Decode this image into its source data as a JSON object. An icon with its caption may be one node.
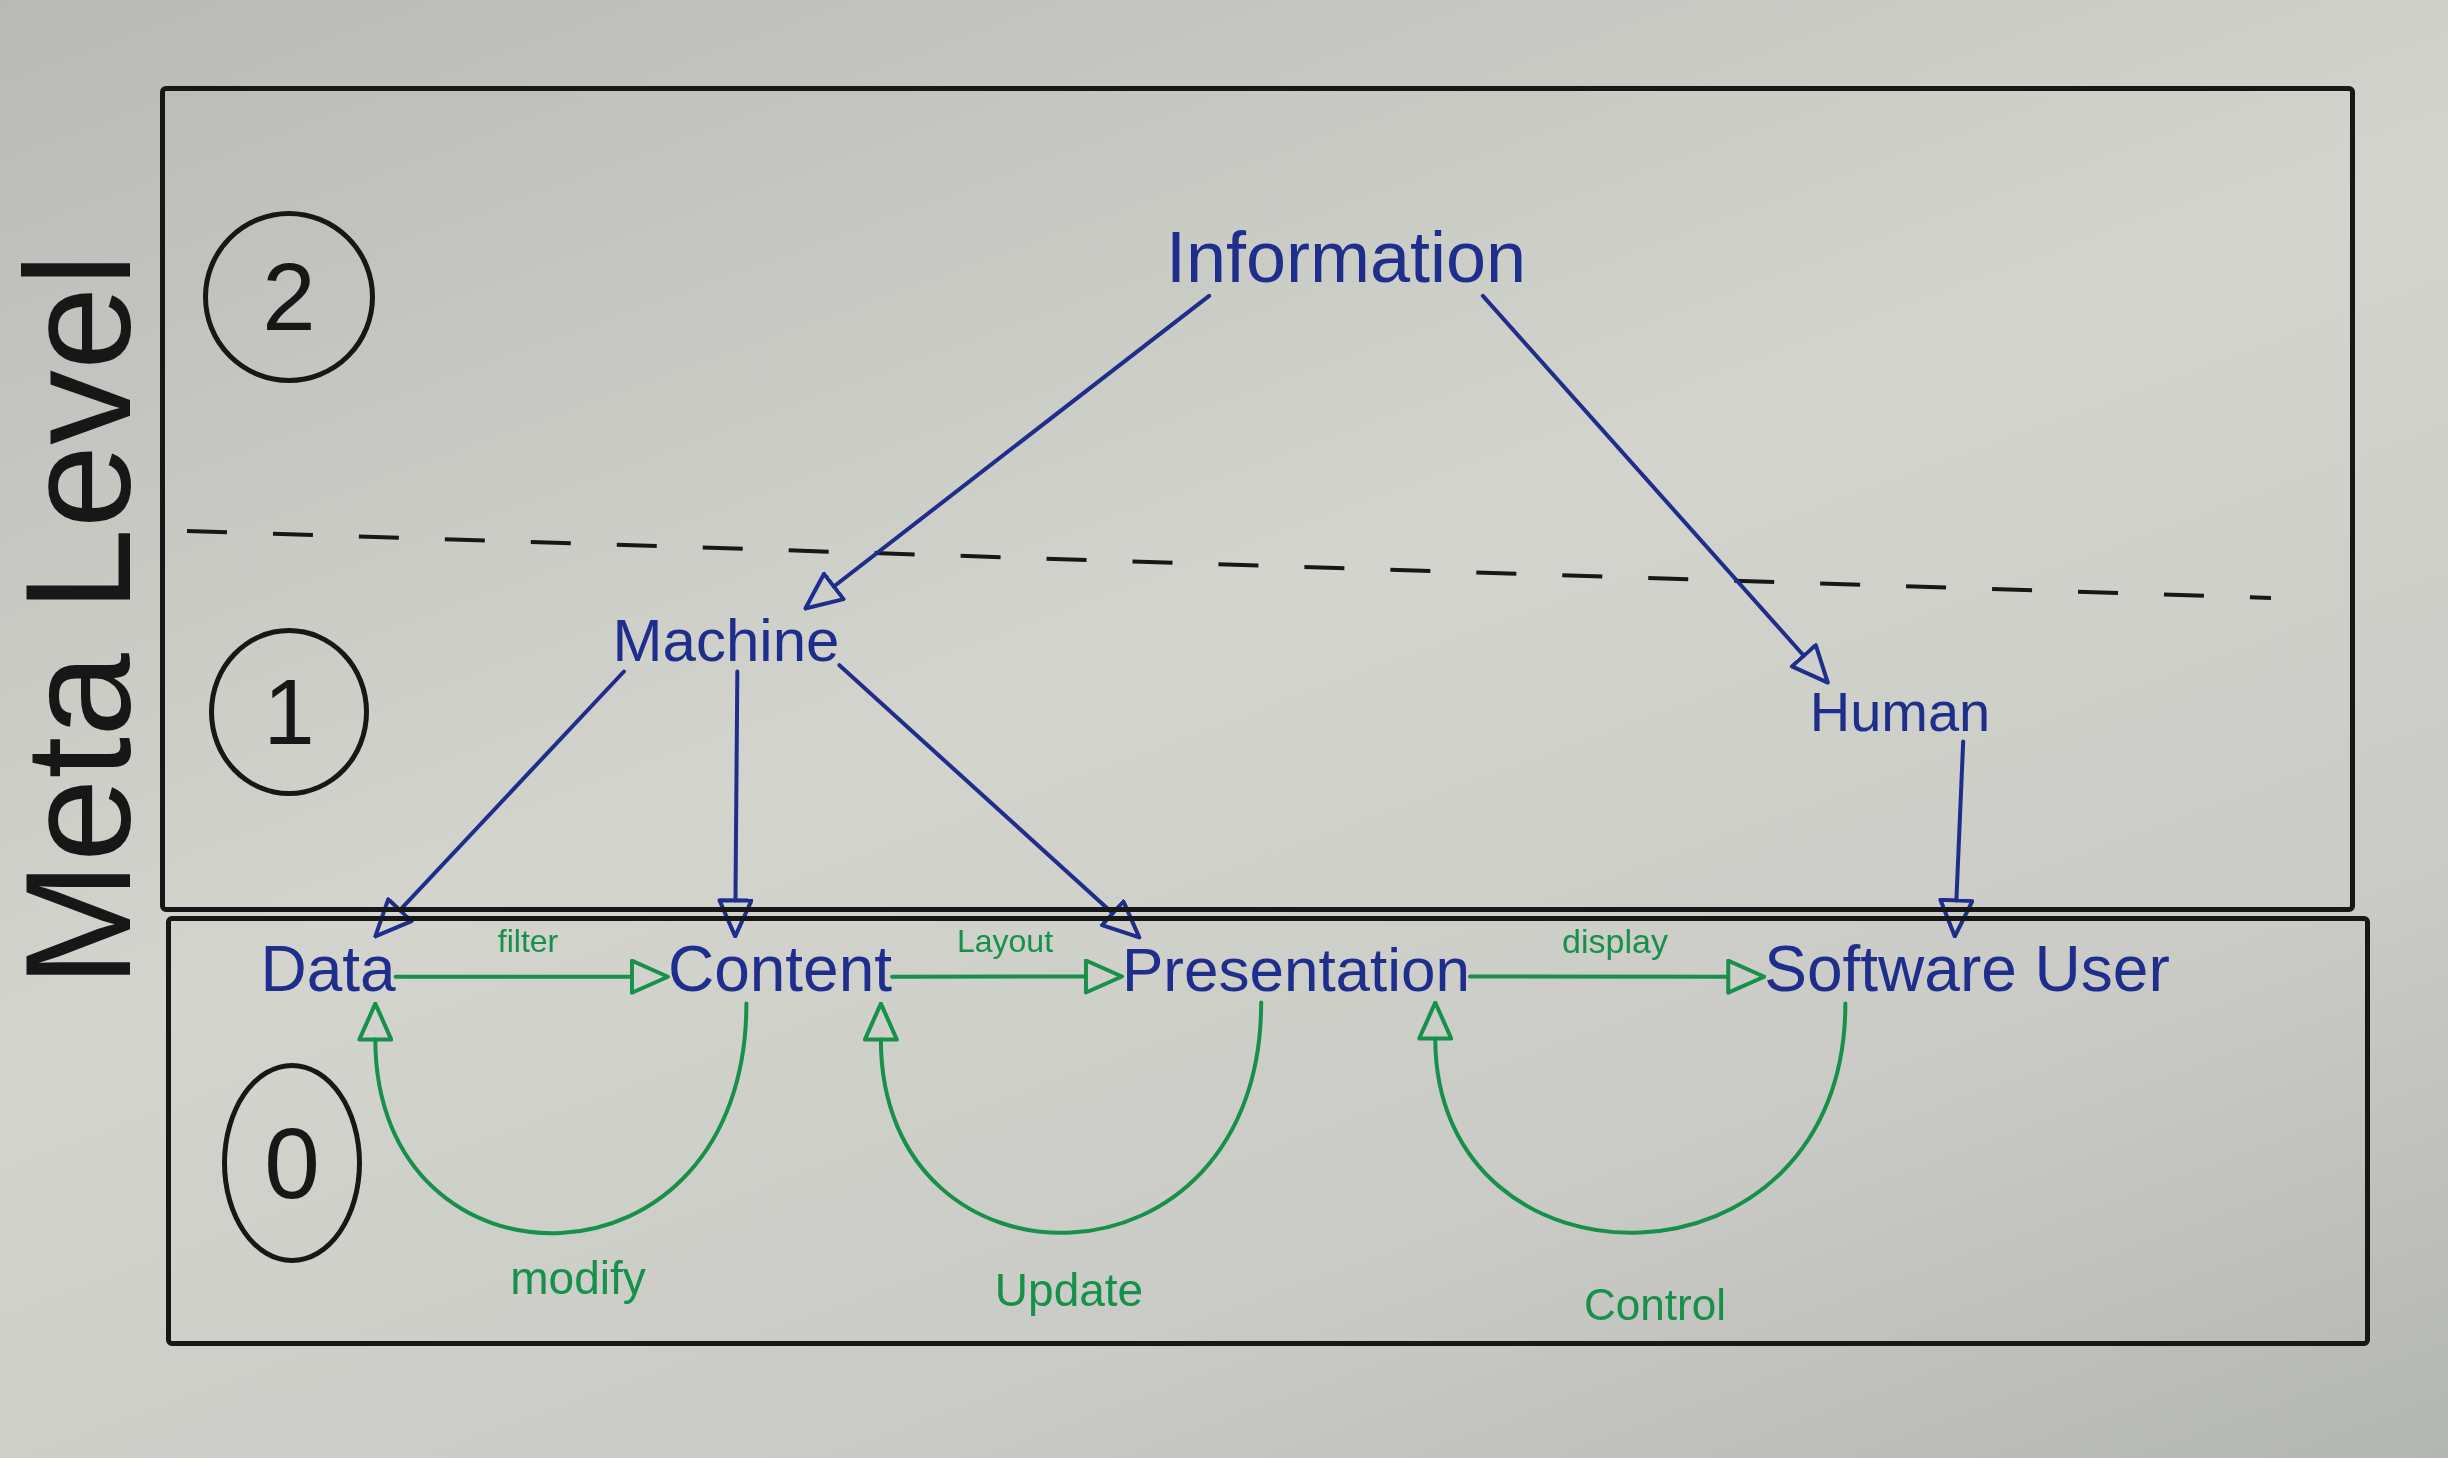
{
  "diagram": {
    "nodes": [
      {
        "text": [],
        "shape": "box"
      },
      {
        "text": [
          "2"
        ],
        "in": 0
      },
      {
        "text": [
          "Information"
        ],
        "in": 0
      },
      {
        "text": [
          "1"
        ],
        "in": 0
      },
      {
        "text": [
          "Machine"
        ],
        "in": 0
      },
      {
        "text": [
          "Human"
        ],
        "in": 0
      },
      {
        "text": [],
        "shape": "box"
      },
      {
        "text": [
          "Data"
        ],
        "in": 6
      },
      {
        "text": [
          "Content"
        ],
        "in": 6
      },
      {
        "text": [
          "Presentation"
        ],
        "in": 6
      },
      {
        "text": [
          "Software User"
        ],
        "in": 6
      },
      {
        "text": [
          "0"
        ],
        "in": 6
      }
    ],
    "edges": [
      {
        "from": 2,
        "to": 4,
        "arrow": "to"
      },
      {
        "from": 2,
        "to": 5,
        "arrow": "to"
      },
      {
        "from": 4,
        "to": 7,
        "arrow": "to"
      },
      {
        "from": 4,
        "to": 8,
        "arrow": "to"
      },
      {
        "from": 4,
        "to": 9,
        "arrow": "to"
      },
      {
        "from": 5,
        "to": 10,
        "arrow": "to"
      },
      {
        "from": 7,
        "to": 8,
        "arrow": "to",
        "label": "filter",
        "color": "#16904a"
      },
      {
        "from": 8,
        "to": 9,
        "arrow": "to",
        "label": "Layout",
        "color": "#16904a"
      },
      {
        "from": 9,
        "to": 10,
        "arrow": "to",
        "label": "display",
        "color": "#16904a"
      },
      {
        "from": 8,
        "to": 7,
        "arrow": "to",
        "label": "modify",
        "color": "#16904a"
      },
      {
        "from": 9,
        "to": 8,
        "arrow": "to",
        "label": "Update",
        "color": "#16904a"
      },
      {
        "from": 10,
        "to": 9,
        "arrow": "to",
        "label": "Control",
        "color": "#16904a"
      }
    ],
    "labels": [
      "Meta Level"
    ]
  }
}
